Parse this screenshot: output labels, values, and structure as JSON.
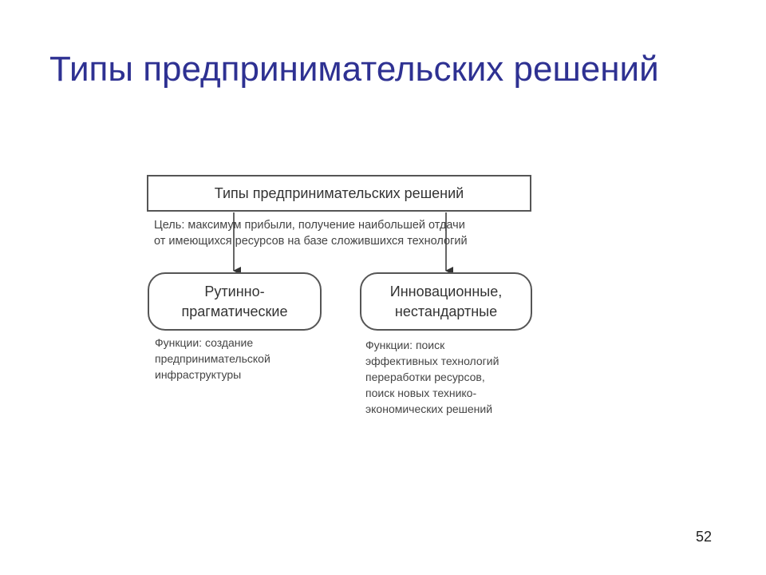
{
  "slide": {
    "title": "Типы предпринимательских решений",
    "page_number": "52"
  },
  "diagram": {
    "root": "Типы предпринимательских решений",
    "goal_lines": [
      "Цель: максимум прибыли, получение наибольшей отдачи",
      "от имеющихся ресурсов на базе сложившихся технологий"
    ],
    "left": {
      "label_lines": [
        "Рутинно-",
        "прагматические"
      ],
      "function_lines": [
        "Функции: создание",
        "предпринимательской",
        "инфраструктуры"
      ]
    },
    "right": {
      "label_lines": [
        "Инновационные,",
        "нестандартные"
      ],
      "function_lines": [
        "Функции: поиск",
        "эффективных технологий",
        "переработки ресурсов,",
        "поиск новых технико-",
        "экономических решений"
      ]
    }
  }
}
